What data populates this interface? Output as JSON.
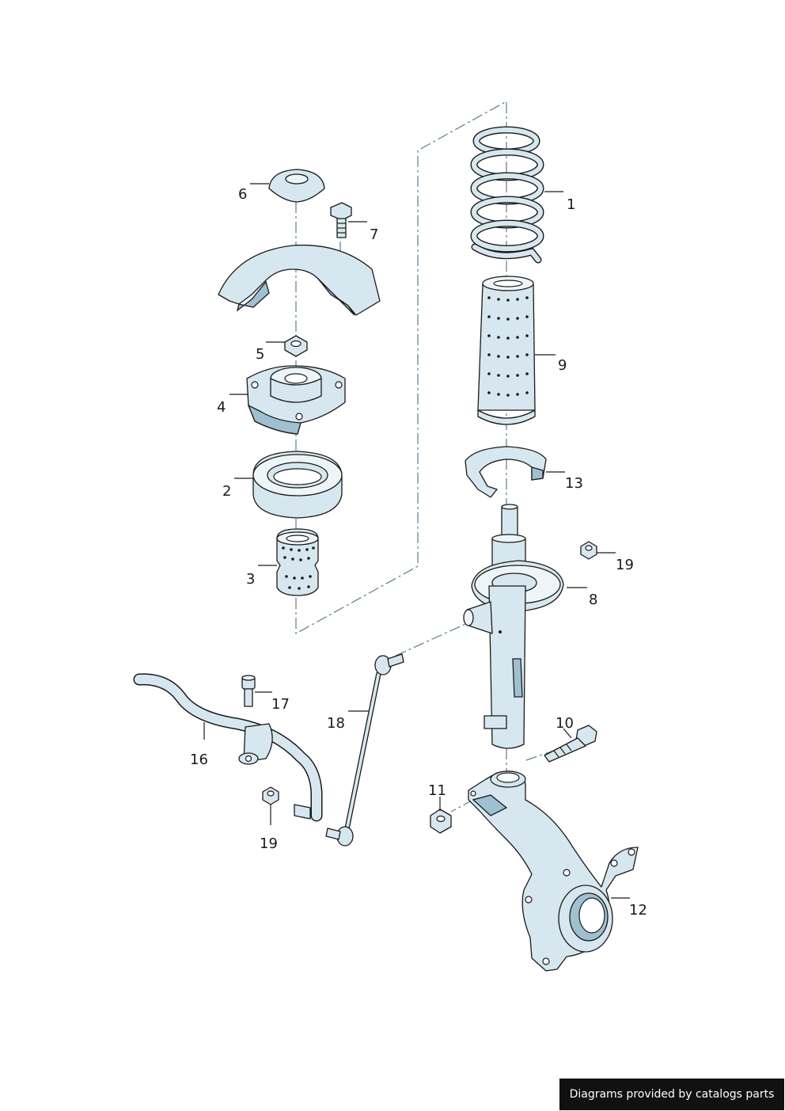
{
  "callouts": {
    "c1": "1",
    "c2": "2",
    "c3": "3",
    "c4": "4",
    "c5": "5",
    "c6": "6",
    "c7": "7",
    "c8": "8",
    "c9": "9",
    "c10": "10",
    "c11": "11",
    "c12": "12",
    "c13": "13",
    "c16": "16",
    "c17": "17",
    "c18": "18",
    "c19a": "19",
    "c19b": "19"
  },
  "footer": {
    "credit": "Diagrams provided by catalogs parts"
  },
  "colors": {
    "part_fill": "#d7e7ef",
    "part_shade": "#9fc0d0",
    "outline": "#1a1a1a",
    "axis": "#5b7d8c"
  }
}
